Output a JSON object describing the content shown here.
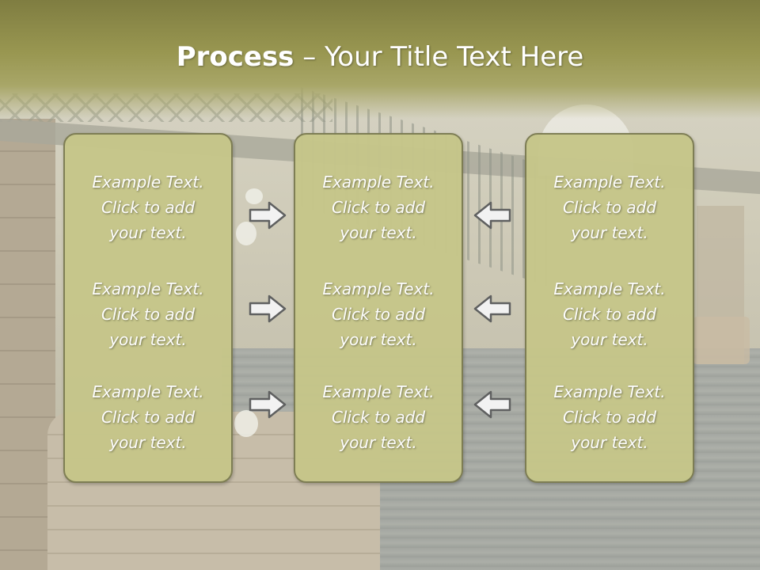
{
  "title": {
    "bold": "Process",
    "rest": " – Your Title Text Here"
  },
  "columns": [
    {
      "items": [
        {
          "l1": "Example Text.",
          "l2": "Click  to add",
          "l3": "your text."
        },
        {
          "l1": "Example Text.",
          "l2": "Click  to add",
          "l3": "your text."
        },
        {
          "l1": "Example Text.",
          "l2": "Click  to add",
          "l3": "your text."
        }
      ]
    },
    {
      "items": [
        {
          "l1": "Example Text.",
          "l2": "Click  to add",
          "l3": "your text."
        },
        {
          "l1": "Example Text.",
          "l2": "Click  to add",
          "l3": "your text."
        },
        {
          "l1": "Example Text.",
          "l2": "Click  to add",
          "l3": "your text."
        }
      ]
    },
    {
      "items": [
        {
          "l1": "Example Text.",
          "l2": "Click  to add",
          "l3": "your text."
        },
        {
          "l1": "Example Text.",
          "l2": "Click  to add",
          "l3": "your text."
        },
        {
          "l1": "Example Text.",
          "l2": "Click  to add",
          "l3": "your text."
        }
      ]
    }
  ],
  "arrows": {
    "left_group": "arrow-right",
    "right_group": "arrow-left"
  },
  "colors": {
    "title_band": "#8f8d49",
    "box_fill": "#c6c68a",
    "box_border": "#7c7c52",
    "text": "#ffffff"
  }
}
